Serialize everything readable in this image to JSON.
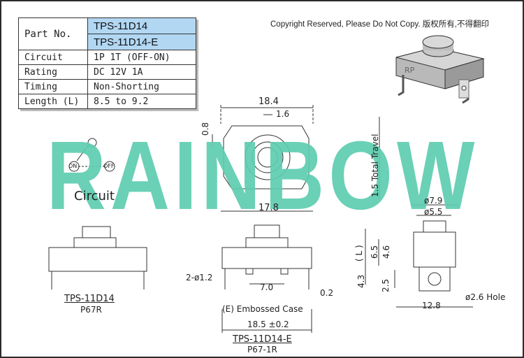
{
  "copyright": "Copyright Reserved, Please Do Not Copy. 版权所有,不得翻印",
  "spec_table": {
    "part_no_label": "Part No.",
    "part_numbers": [
      "TPS-11D14",
      "TPS-11D14-E"
    ],
    "rows": [
      {
        "label": "Circuit",
        "value": "1P 1T (OFF-ON)"
      },
      {
        "label": "Rating",
        "value": "DC 12V 1A"
      },
      {
        "label": "Timing",
        "value": "Non-Shorting"
      },
      {
        "label": "Length (L)",
        "value": "8.5 to 9.2"
      }
    ]
  },
  "watermark": "RAINBOW",
  "product_photo": {
    "marking": "RP"
  },
  "circuit": {
    "label": "Circuit",
    "on": "ON",
    "off": "OFF"
  },
  "top_view": {
    "width": "18.4",
    "offset": "1.6",
    "height": "0.8",
    "travel": "1.5 Total Travel"
  },
  "left_view": {
    "model": "TPS-11D14",
    "code": "P67R"
  },
  "middle_view": {
    "body_width": "17.8",
    "hole": "2-ø1.2",
    "pitch": "7.0",
    "thickness": "0.2",
    "embossed": "(E) Embossed Case",
    "overall": "18.5 ±0.2",
    "model": "TPS-11D14-E",
    "code": "P67-1R"
  },
  "side_view": {
    "outer_dia": "ø7.9",
    "inner_dia": "ø5.5",
    "length": "( L )",
    "h1": "6.5",
    "h2": "4.6",
    "h3": "4.3",
    "h4": "2.5",
    "hole": "ø2.6 Hole",
    "width": "12.8"
  }
}
